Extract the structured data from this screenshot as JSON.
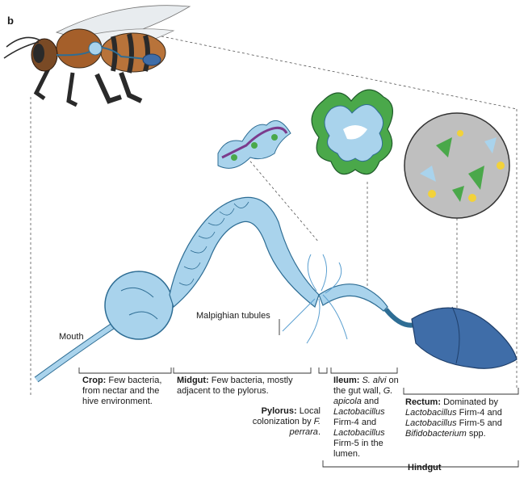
{
  "panel_letter": "b",
  "labels": {
    "mouth": "Mouth",
    "malpighian": "Malpighian tubules",
    "hindgut": "Hindgut"
  },
  "sections": {
    "crop": {
      "title": "Crop:",
      "text": "Few bacteria, from nectar and the hive  environment."
    },
    "midgut": {
      "title": "Midgut:",
      "text": "Few bacteria, mostly adjacent to the pylorus."
    },
    "pylorus": {
      "title": "Pylorus:",
      "text_a": "Local colonization by",
      "species": "F. perrara",
      "text_b": "."
    },
    "ileum": {
      "title": "Ileum:",
      "species_1": "S. alvi",
      "text_1": "on the gut wall,",
      "species_2": "G. apicola",
      "text_2": "and",
      "species_3": "Lactobacillus",
      "text_3": "Firm-4 and",
      "species_4": "Lactobacillus",
      "text_4": "Firm-5 in the lumen."
    },
    "rectum": {
      "title": "Rectum:",
      "text_1": "Dominated by",
      "species_1": "Lactobacillus",
      "text_2": "Firm-4 and",
      "species_2": "Lactobacillus",
      "text_3": "Firm-5 and",
      "species_3": "Bifidobacterium",
      "text_4": "spp."
    }
  },
  "colors": {
    "gut_fill": "#a9d3ec",
    "gut_stroke": "#2e6d94",
    "rectum_fill": "#3f6da8",
    "bee_body": "#b8733a",
    "bee_dark": "#2a2a2a",
    "bacteria_green": "#4aa84a",
    "bacteria_purple": "#7b3b8c",
    "bacteria_yellow": "#f2d23a",
    "lumen_gray": "#bfbfbf"
  }
}
